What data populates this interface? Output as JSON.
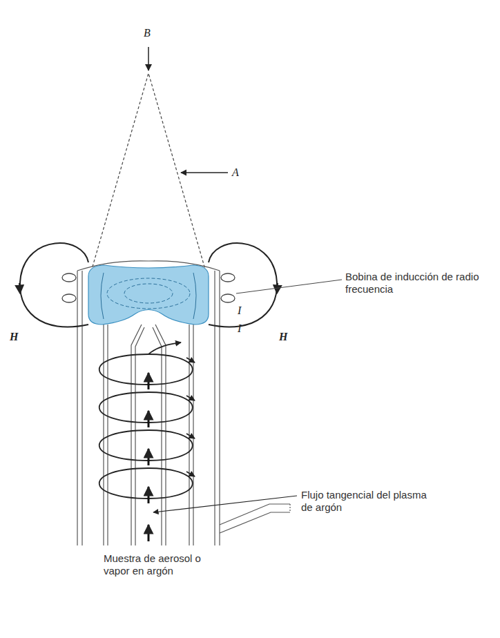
{
  "diagram": {
    "labels": [
      "B",
      "A",
      "Bobina de inducción de radio frecuencia",
      "I",
      "I",
      "H",
      "H",
      "Flujo tangencial del plasma de argón",
      "Muestra de aerosol o vapor en argón"
    ]
  }
}
